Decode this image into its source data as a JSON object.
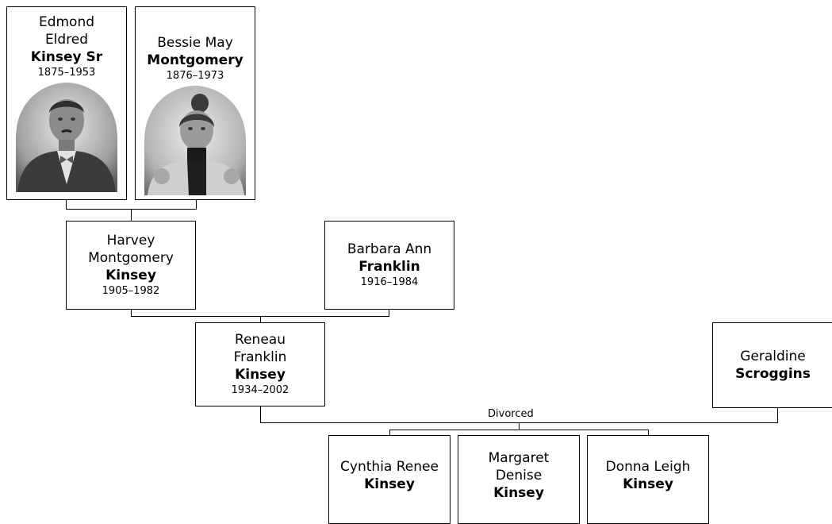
{
  "people": {
    "edmond": {
      "given1": "Edmond",
      "given2": "Eldred",
      "surname": "Kinsey Sr",
      "dates": "1875–1953"
    },
    "bessie": {
      "given1": "Bessie May",
      "surname": "Montgomery",
      "dates": "1876–1973"
    },
    "harvey": {
      "given1": "Harvey",
      "given2": "Montgomery",
      "surname": "Kinsey",
      "dates": "1905–1982"
    },
    "barbara": {
      "given1": "Barbara Ann",
      "surname": "Franklin",
      "dates": "1916–1984"
    },
    "reneau": {
      "given1": "Reneau",
      "given2": "Franklin",
      "surname": "Kinsey",
      "dates": "1934–2002"
    },
    "geraldine": {
      "given1": "Geraldine",
      "surname": "Scroggins"
    },
    "cynthia": {
      "given1": "Cynthia Renee",
      "surname": "Kinsey"
    },
    "margaret": {
      "given1": "Margaret",
      "given2": "Denise",
      "surname": "Kinsey"
    },
    "donna": {
      "given1": "Donna Leigh",
      "surname": "Kinsey"
    }
  },
  "relationship_note": "Divorced"
}
